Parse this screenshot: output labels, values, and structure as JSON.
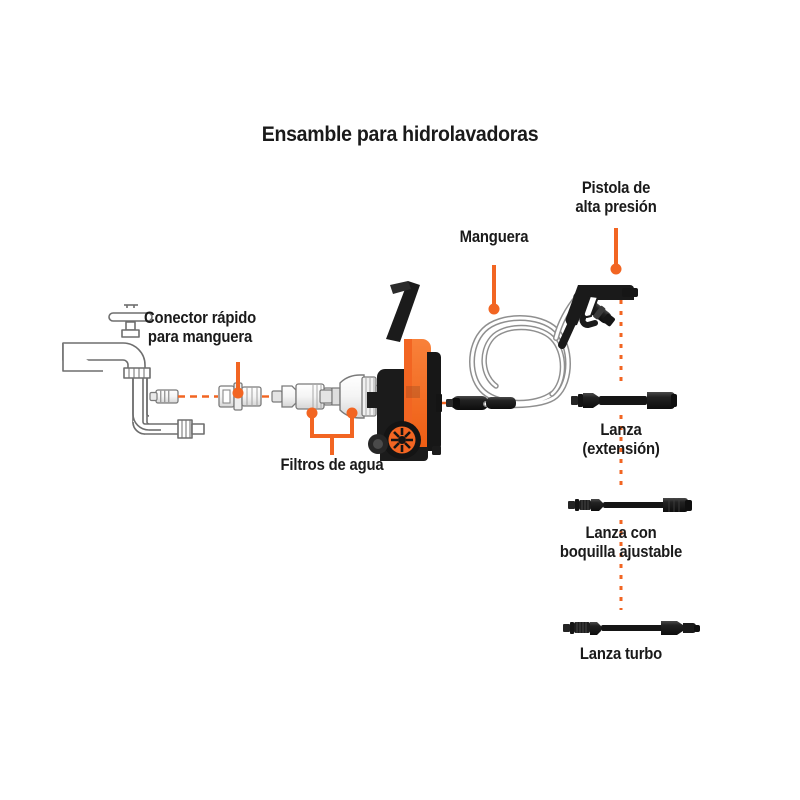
{
  "title": "Ensamble para hidrolavadoras",
  "colors": {
    "accent_orange": "#F26522",
    "part_black": "#1A1A1A",
    "part_dark": "#2B2B2B",
    "line_grey": "#8A8A8A",
    "hose_grey": "#C9C9C9",
    "text": "#1A1A1A",
    "background": "#FFFFFF"
  },
  "labels": {
    "quick_connector": "Conector rápido\npara manguera",
    "water_filters": "Filtros de agua",
    "hose": "Manguera",
    "high_pressure_gun": "Pistola de\nalta presión",
    "lance_extension": "Lanza\n(extensión)",
    "lance_adjustable": "Lanza con\nboquilla ajustable",
    "lance_turbo": "Lanza turbo"
  },
  "parts": [
    {
      "name": "faucet",
      "label": "Llave de agua",
      "style": "line-art"
    },
    {
      "name": "quick-connector",
      "label": "Conector rápido para manguera",
      "style": "line-art"
    },
    {
      "name": "water-filter-small",
      "label": "Filtro de agua",
      "style": "line-art"
    },
    {
      "name": "water-filter-large",
      "label": "Filtro de agua",
      "style": "line-art"
    },
    {
      "name": "pressure-washer",
      "label": "Hidrolavadora",
      "style": "black-orange"
    },
    {
      "name": "hose",
      "label": "Manguera",
      "style": "coiled-grey"
    },
    {
      "name": "spray-gun",
      "label": "Pistola de alta presión",
      "style": "black"
    },
    {
      "name": "lance-extension",
      "label": "Lanza (extensión)",
      "style": "black"
    },
    {
      "name": "lance-adjustable-nozzle",
      "label": "Lanza con boquilla ajustable",
      "style": "black"
    },
    {
      "name": "lance-turbo",
      "label": "Lanza turbo",
      "style": "black"
    }
  ],
  "connections": [
    {
      "from": "faucet",
      "to": "quick-connector",
      "style": "dashed-orange"
    },
    {
      "from": "quick-connector",
      "to": "water-filter-small",
      "style": "dashed-orange"
    },
    {
      "from": "water-filter-small",
      "to": "water-filter-large",
      "style": "dashed-orange"
    },
    {
      "from": "water-filter-large",
      "to": "pressure-washer",
      "style": "dashed-orange"
    },
    {
      "from": "pressure-washer",
      "to": "hose",
      "style": "dashed-orange"
    },
    {
      "from": "spray-gun",
      "to": "lance-extension",
      "style": "dotted-orange"
    },
    {
      "from": "lance-extension",
      "to": "lance-adjustable-nozzle",
      "style": "dotted-orange"
    },
    {
      "from": "lance-adjustable-nozzle",
      "to": "lance-turbo",
      "style": "dotted-orange"
    }
  ]
}
